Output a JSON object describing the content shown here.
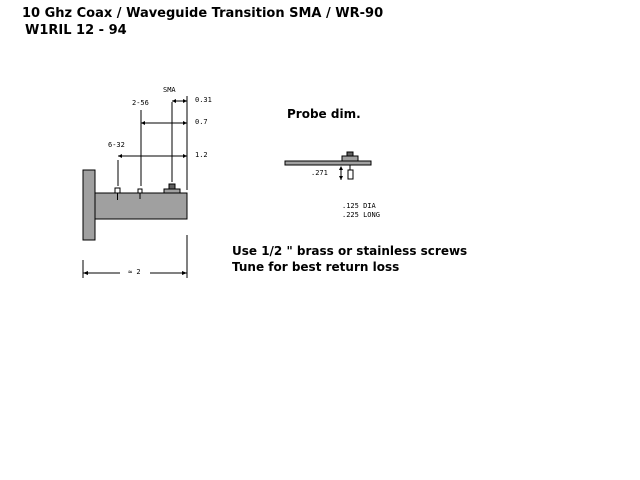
{
  "header": {
    "title": "10 Ghz Coax / Waveguide Transition   SMA / WR-90",
    "subtitle": "W1RIL 12 - 94"
  },
  "diagram": {
    "labels": {
      "sma": "SMA",
      "screw_256": "2-56",
      "screw_632": "6-32",
      "dim_031": "0.31",
      "dim_07": "0.7",
      "dim_12": "1.2",
      "dim_approx2": "≈ 2"
    },
    "probe": {
      "title": "Probe dim.",
      "dim_271": ".271",
      "diameter": ".125 DIA",
      "length": ".225 LONG"
    },
    "notes": {
      "line1": "Use 1/2 \" brass or stainless screws",
      "line2": "Tune for best return loss"
    },
    "colors": {
      "body": "#a0a0a0",
      "line": "#000000"
    }
  }
}
